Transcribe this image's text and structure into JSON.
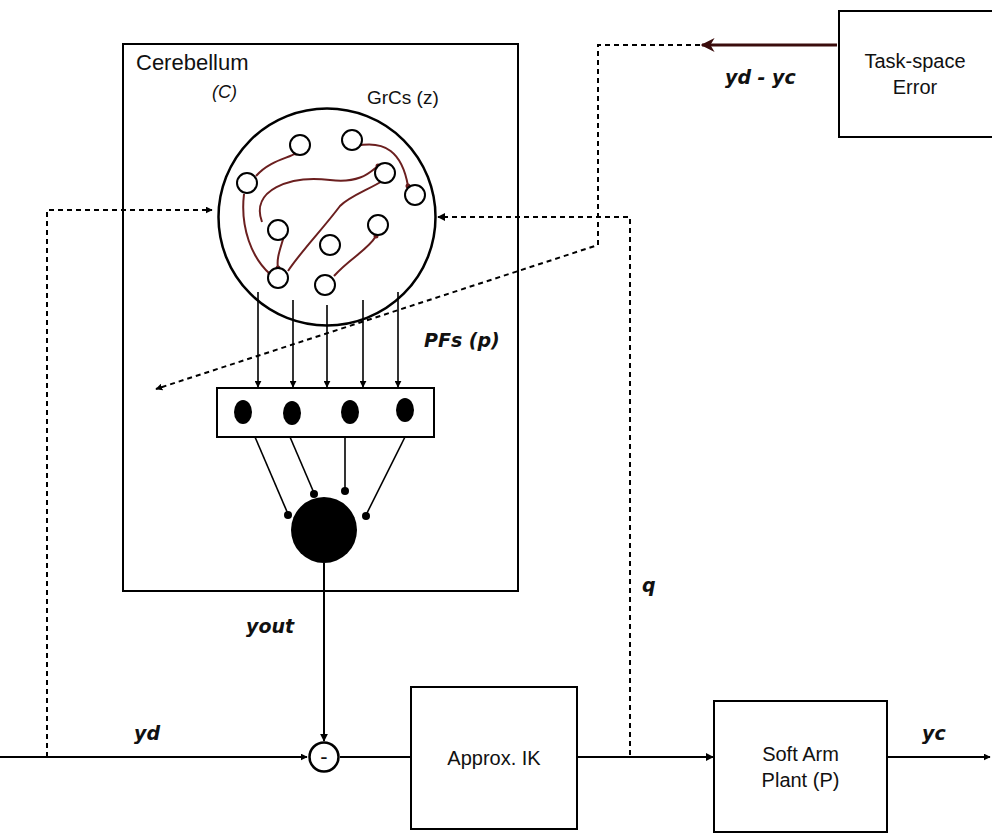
{
  "diagram": {
    "nodes": [
      {
        "text": [
          "Cerebellum",
          "(C)"
        ]
      },
      {
        "text": [
          "GrCs (z)"
        ],
        "in": 0
      },
      {
        "text": [
          "Task-space Error"
        ]
      },
      {
        "text": [
          "-"
        ]
      },
      {
        "text": [
          "Approx. IK"
        ]
      },
      {
        "text": [
          "Soft Arm Plant (P)"
        ]
      }
    ],
    "edges": [
      {
        "from": 0,
        "to": 3,
        "label": "yout",
        "arrow": "to"
      },
      {
        "from": 3,
        "to": 4,
        "arrow": "none"
      },
      {
        "from": 4,
        "to": 5,
        "arrow": "to"
      },
      {
        "from": 4,
        "to": 1,
        "label": "q",
        "arrow": "to"
      }
    ],
    "labels": [
      "yd - yc",
      "PFs (p)",
      "yd",
      "yc"
    ]
  }
}
